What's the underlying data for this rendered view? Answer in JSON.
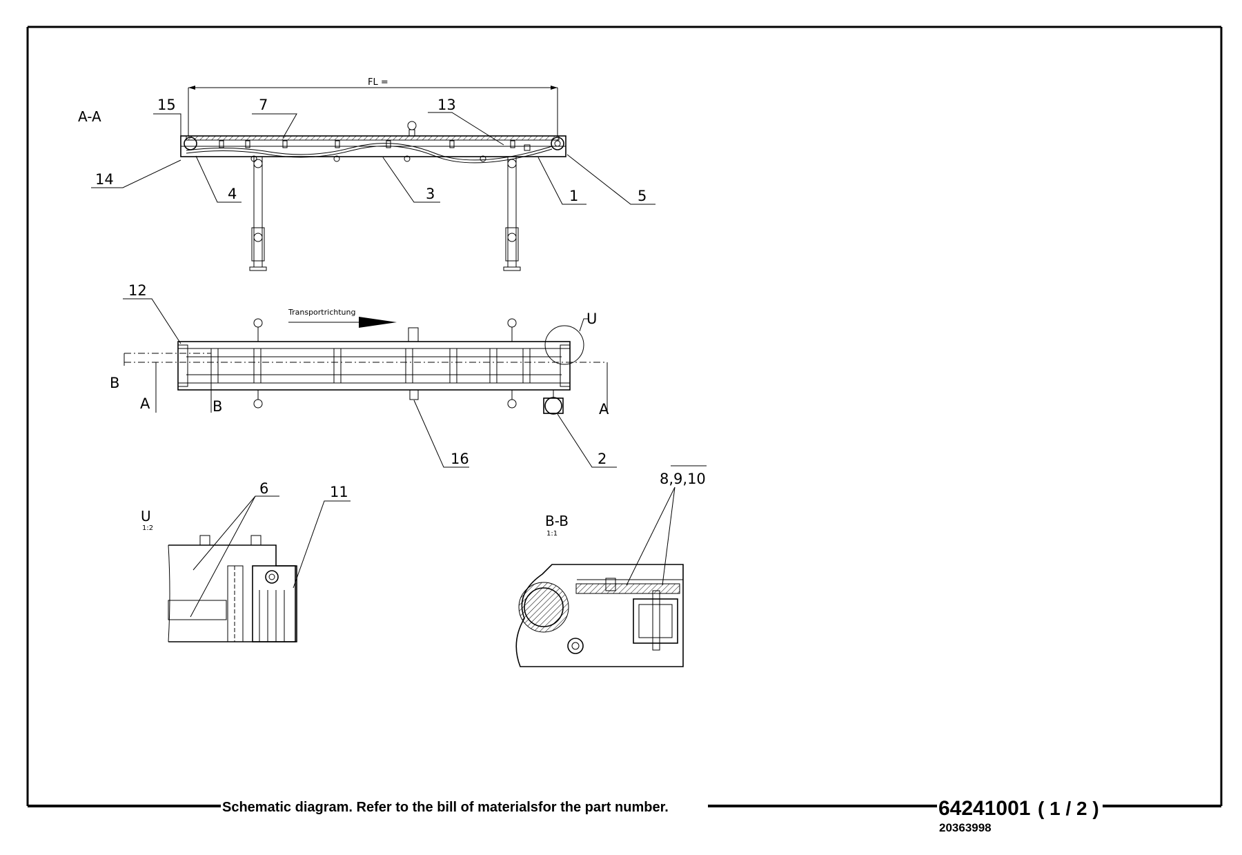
{
  "views": {
    "aa": "A-A",
    "section_bb": "B-B",
    "section_bb_scale": "1:1",
    "detail_u": "U",
    "detail_u_scale": "1:2",
    "detail_marker_u": "U",
    "cut_a_left": "A",
    "cut_a_right": "A",
    "cut_b_left": "B",
    "cut_b_right": "B"
  },
  "dimension_fl": "FL =",
  "transport_direction": "Transportrichtung",
  "callouts": {
    "c1": "1",
    "c2": "2",
    "c3": "3",
    "c4": "4",
    "c5": "5",
    "c6": "6",
    "c7": "7",
    "c8_9_10": "8,9,10",
    "c11": "11",
    "c12": "12",
    "c13": "13",
    "c14": "14",
    "c15": "15",
    "c16": "16"
  },
  "footer": {
    "note": "Schematic diagram. Refer to the bill of materialsfor the part number.",
    "part_number": "64241001",
    "sheet": "( 1 / 2 )",
    "sub_number": "20363998"
  }
}
